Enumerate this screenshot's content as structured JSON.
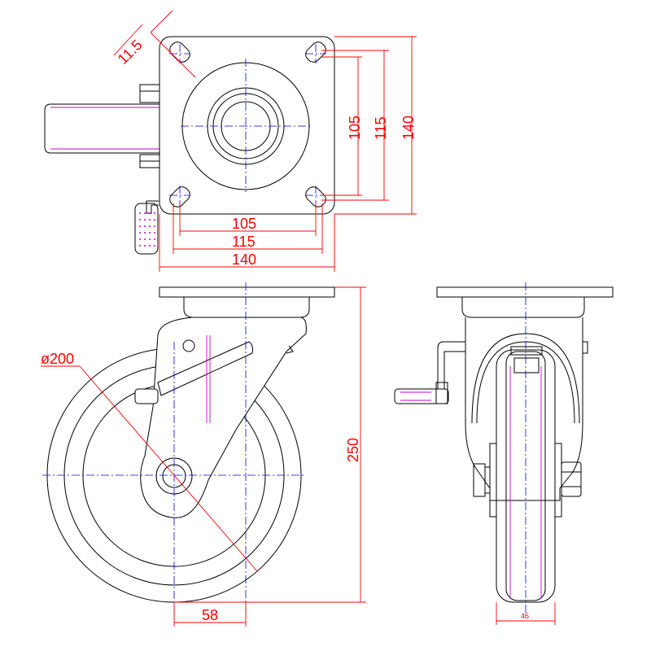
{
  "colors": {
    "outline": "#000000",
    "center_line": "#0000ff",
    "dimension": "#ff0000",
    "hidden_line": "#cc00cc",
    "background": "#ffffff"
  },
  "dimensions": {
    "bolt_hole": "11.5",
    "plate_hole_spacing_inner_v": "105",
    "plate_hole_spacing_outer_v": "115",
    "plate_width_v": "140",
    "plate_hole_spacing_inner_h": "105",
    "plate_hole_spacing_outer_h": "115",
    "plate_width_h": "140",
    "wheel_diameter": "ø200",
    "overall_height": "250",
    "swivel_offset": "58",
    "wheel_width": "45"
  }
}
